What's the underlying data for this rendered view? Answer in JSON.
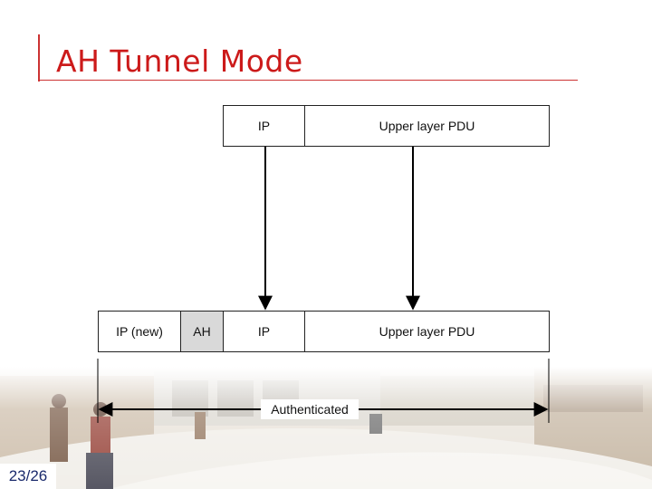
{
  "slide": {
    "title": "AH Tunnel Mode",
    "page_number": "23/26"
  },
  "original_packet": {
    "ip_label": "IP",
    "pdu_label": "Upper layer PDU"
  },
  "tunneled_packet": {
    "new_ip_label": "IP (new)",
    "ah_label": "AH",
    "ip_label": "IP",
    "pdu_label": "Upper layer PDU"
  },
  "span": {
    "authenticated_label": "Authenticated"
  },
  "colors": {
    "title": "#cc1a1a",
    "rule": "#cc3333",
    "ah_fill": "#d9d9d9",
    "page_number": "#1a2a6c"
  }
}
